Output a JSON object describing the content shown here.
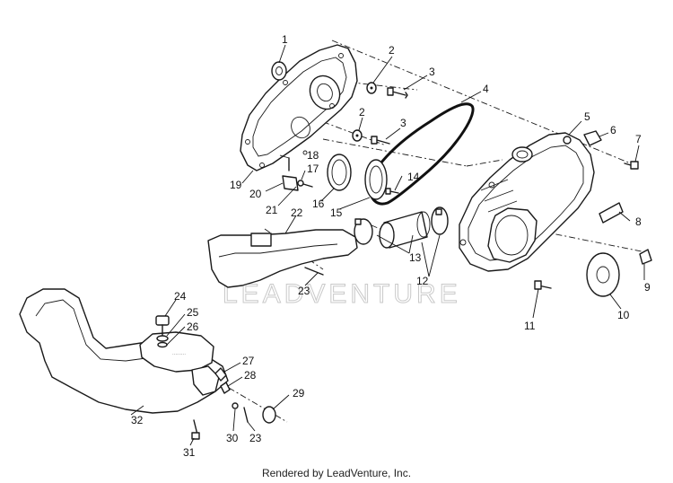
{
  "watermark": "LEADVENTURE",
  "footer": "Rendered by LeadVenture, Inc.",
  "callouts": [
    "1",
    "2",
    "3",
    "4",
    "2",
    "3",
    "5",
    "6",
    "7",
    "18",
    "17",
    "19",
    "20",
    "21",
    "14",
    "16",
    "15",
    "8",
    "22",
    "13",
    "9",
    "12",
    "23",
    "11",
    "10",
    "24",
    "25",
    "26",
    "27",
    "28",
    "29",
    "32",
    "30",
    "23",
    "31"
  ]
}
